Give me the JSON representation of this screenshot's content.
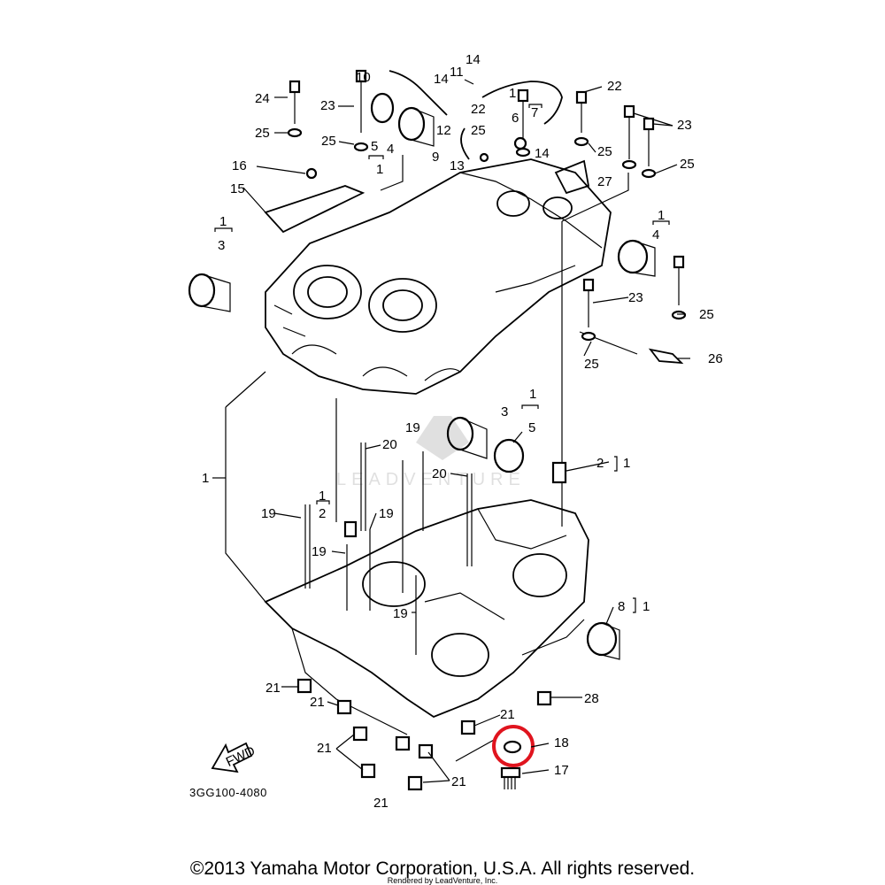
{
  "callouts": [
    "1",
    "2",
    "3",
    "4",
    "5",
    "6",
    "7",
    "8",
    "9",
    "10",
    "11",
    "12",
    "13",
    "14",
    "15",
    "16",
    "17",
    "18",
    "19",
    "20",
    "21",
    "22",
    "23",
    "24",
    "25",
    "26",
    "27",
    "28"
  ],
  "fwd_label": "FWD",
  "diagram_code": "3GG100-4080",
  "copyright": "©2013 Yamaha Motor Corporation, U.S.A. All rights reserved.",
  "rendered_by": "Rendered by LeadVenture, Inc.",
  "watermark": "LEADVENTURE",
  "highlight": {
    "part": "18",
    "color": "#e0141e"
  }
}
